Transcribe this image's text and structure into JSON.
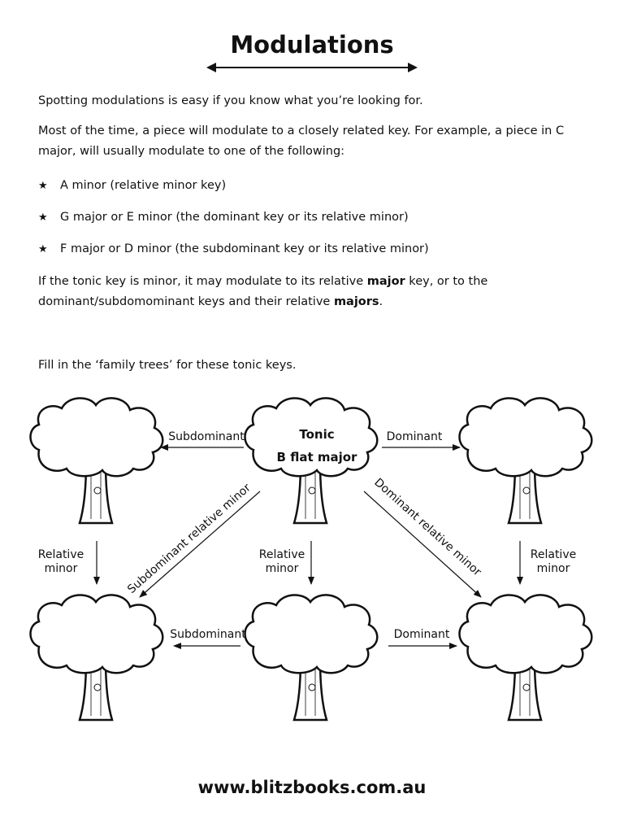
{
  "title": "Modulations",
  "intro": "Spotting modulations is easy if you know what you’re looking for.",
  "para2": "Most of the time, a piece will modulate to a closely related key. For example, a piece in C major, will usually modulate to one of the following:",
  "bullets": [
    {
      "icon": "star-icon",
      "text": "A minor (relative minor key)"
    },
    {
      "icon": "star-icon",
      "text": "G major or E minor (the dominant key or its relative minor)"
    },
    {
      "icon": "star-icon",
      "text": "F major or D minor (the subdominant key or its relative minor)"
    }
  ],
  "para3": {
    "part1": "If the tonic key is minor, it may modulate to its relative ",
    "bold1": "major",
    "part2": " key, or to the dominant/subdomominant keys and their relative ",
    "bold2": "majors",
    "part3": "."
  },
  "instruction": "Fill in the ‘family trees’ for these tonic keys.",
  "diagram": {
    "tonic_label": "Tonic",
    "tonic_key": "B flat major",
    "subdominant_top": "Subdominant",
    "dominant_top": "Dominant",
    "subdominant_bottom": "Subdominant",
    "dominant_bottom": "Dominant",
    "relative_minor_line1": "Relative",
    "relative_minor_line2": "minor",
    "diag_left": "Subdominant relative minor",
    "diag_right": "Dominant relative minor"
  },
  "footer": "www.blitzbooks.com.au"
}
